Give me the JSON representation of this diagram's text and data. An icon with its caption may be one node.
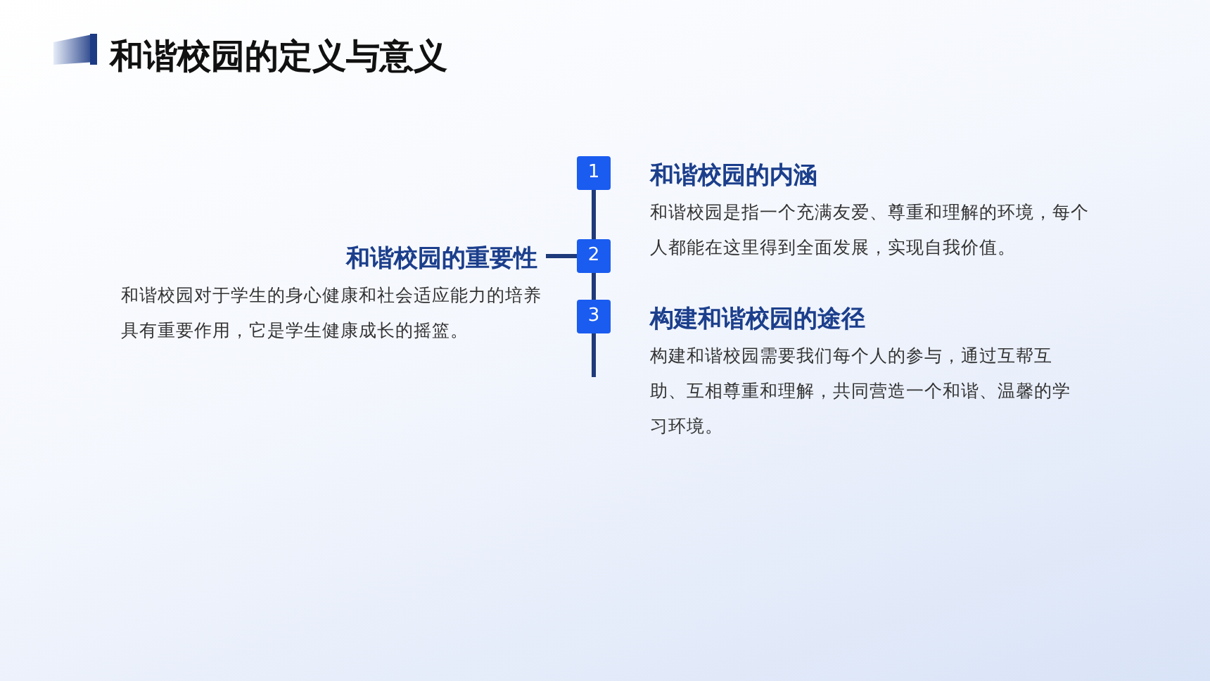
{
  "diagram": {
    "title": "和谐校园的定义与意义",
    "nodes": [
      {
        "text": [
          "1"
        ]
      },
      {
        "text": [
          "2"
        ]
      },
      {
        "text": [
          "3"
        ]
      }
    ],
    "edges": [
      {
        "from": 0,
        "to": 1,
        "arrow": "none"
      },
      {
        "from": 1,
        "to": 2,
        "arrow": "none"
      },
      {
        "from": 2,
        "to": null,
        "arrow": "none"
      }
    ],
    "labels": [
      "和谐校园的内涵",
      "和谐校园是指一个充满友爱、尊重和理解的环境，每个人都能在这里得到全面发展，实现自我价值。",
      "和谐校园的重要性",
      "和谐校园对于学生的身心健康和社会适应能力的培养具有重要作用，它是学生健康成长的摇篮。",
      "构建和谐校园的途径",
      "构建和谐校园需要我们每个人的参与，通过互帮互助、互相尊重和理解，共同营造一个和谐、温馨的学习环境。"
    ]
  }
}
